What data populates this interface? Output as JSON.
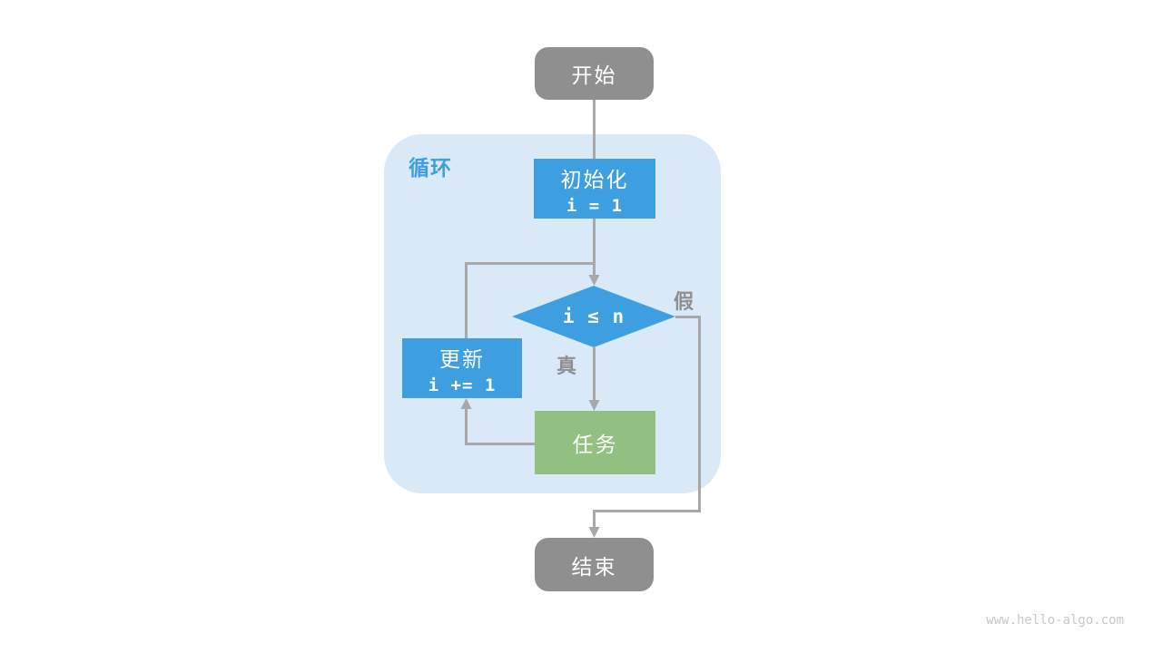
{
  "diagram": {
    "container_label": "循环",
    "nodes": {
      "start": {
        "label": "开始"
      },
      "init": {
        "title": "初始化",
        "code": "i = 1"
      },
      "condition": {
        "label": "i ≤ n"
      },
      "update": {
        "title": "更新",
        "code": "i += 1"
      },
      "task": {
        "label": "任务"
      },
      "end": {
        "label": "结束"
      }
    },
    "edges": {
      "true_label": "真",
      "false_label": "假"
    },
    "colors": {
      "terminal_gray": "#8F8F8F",
      "process_blue": "#3D9FE0",
      "task_green": "#92C080",
      "container_blue": "#D9E9F7",
      "line_gray": "#A8A8A8",
      "label_gray": "#8F8F8F",
      "watermark_gray": "#C8C8C8"
    }
  },
  "watermark": "www.hello-algo.com"
}
